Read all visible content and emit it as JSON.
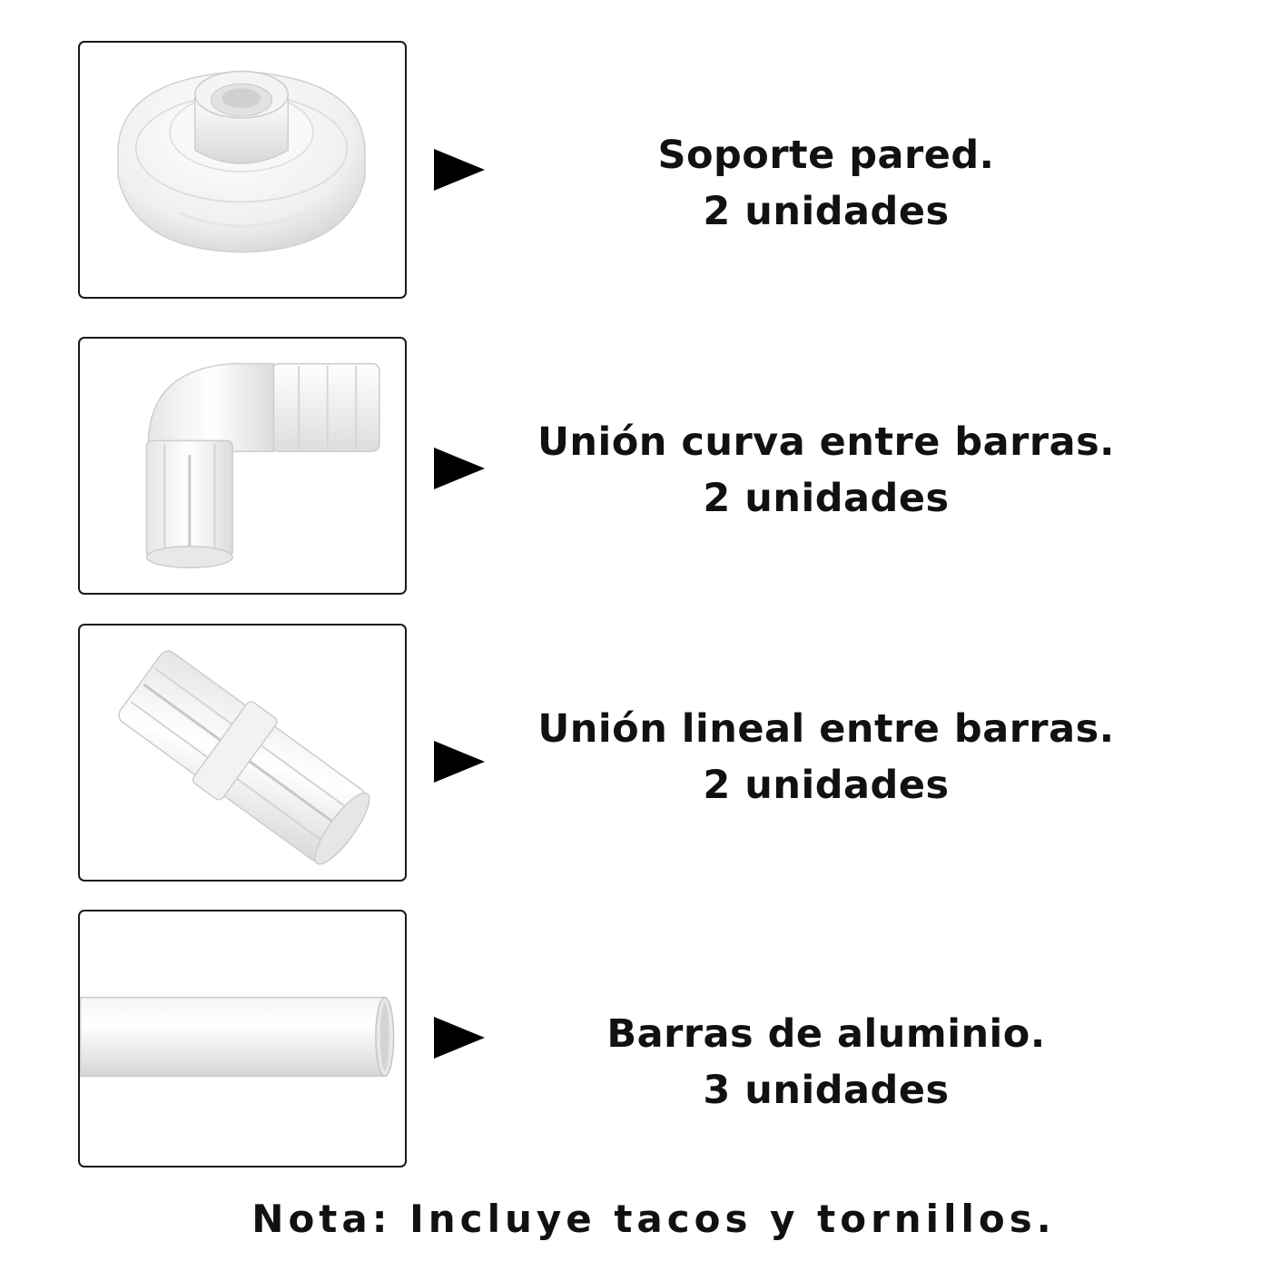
{
  "items": [
    {
      "title": "Soporte pared.",
      "quantity": "2 unidades",
      "icon": "wall-bracket-icon"
    },
    {
      "title": "Unión curva entre barras.",
      "quantity": "2 unidades",
      "icon": "elbow-joint-icon"
    },
    {
      "title": "Unión lineal entre barras.",
      "quantity": "2 unidades",
      "icon": "linear-joint-icon"
    },
    {
      "title": "Barras de aluminio.",
      "quantity": "3 unidades",
      "icon": "aluminum-bar-icon"
    }
  ],
  "note": "Nota: Incluye tacos y tornillos."
}
